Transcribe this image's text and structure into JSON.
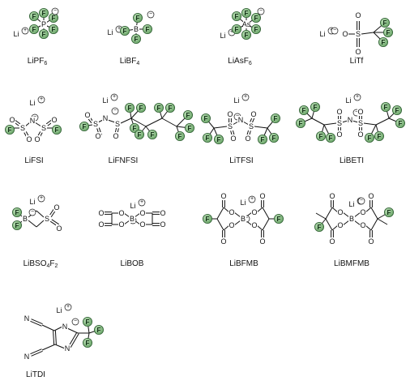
{
  "palette": {
    "fluorine_fill": "#7fb77e",
    "fluorine_stroke": "#2f5f33",
    "bond": "#111111",
    "background": "#ffffff"
  },
  "symbols": {
    "li": "Li",
    "f": "F",
    "s": "S",
    "n": "N",
    "o": "O",
    "b": "B",
    "p": "P",
    "as": "As",
    "plus": "+",
    "minus": "−"
  },
  "compounds": [
    {
      "id": "lipf6",
      "name": "LiPF",
      "sub": "6",
      "sub2": ""
    },
    {
      "id": "libf4",
      "name": "LiBF",
      "sub": "4",
      "sub2": ""
    },
    {
      "id": "liasf6",
      "name": "LiAsF",
      "sub": "6",
      "sub2": ""
    },
    {
      "id": "litf",
      "name": "LiTf",
      "sub": "",
      "sub2": ""
    },
    {
      "id": "lifsi",
      "name": "LiFSI",
      "sub": "",
      "sub2": ""
    },
    {
      "id": "lifnfsi",
      "name": "LiFNFSI",
      "sub": "",
      "sub2": ""
    },
    {
      "id": "litfsi",
      "name": "LiTFSI",
      "sub": "",
      "sub2": ""
    },
    {
      "id": "libeti",
      "name": "LiBETI",
      "sub": "",
      "sub2": ""
    },
    {
      "id": "libso4f2",
      "name": "LiBSO",
      "sub": "4",
      "mid": "F",
      "sub2": "2"
    },
    {
      "id": "libob",
      "name": "LiBOB",
      "sub": "",
      "sub2": ""
    },
    {
      "id": "libfmb",
      "name": "LiBFMB",
      "sub": "",
      "sub2": ""
    },
    {
      "id": "libmfmb",
      "name": "LiBMFMB",
      "sub": "",
      "sub2": ""
    },
    {
      "id": "litdi",
      "name": "LiTDI",
      "sub": "",
      "sub2": ""
    }
  ]
}
